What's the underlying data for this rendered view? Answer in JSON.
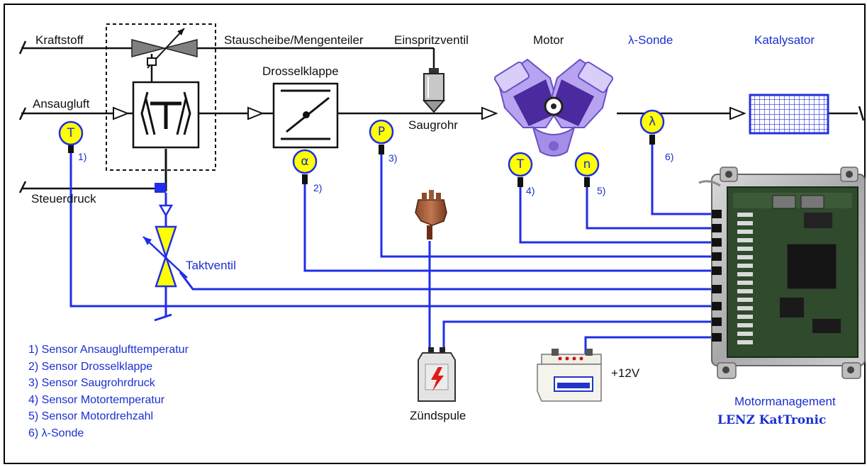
{
  "labels": {
    "kraftstoff": "Kraftstoff",
    "stauscheibe": "Stauscheibe/Mengenteiler",
    "einspritzventil": "Einspritzventil",
    "motor": "Motor",
    "lambda_sonde": "λ-Sonde",
    "katalysator": "Katalysator",
    "ansaugluft": "Ansaugluft",
    "drosselklappe": "Drosselklappe",
    "saugrohr": "Saugrohr",
    "steuerdruck": "Steuerdruck",
    "taktventil": "Taktventil",
    "zuendspule": "Zündspule",
    "battery_voltage": "+12V",
    "motormanagement": "Motormanagement",
    "brand": "LENZ KatTronic"
  },
  "sensors": [
    {
      "symbol": "T",
      "number": "1)"
    },
    {
      "symbol": "α",
      "number": "2)"
    },
    {
      "symbol": "P",
      "number": "3)"
    },
    {
      "symbol": "T",
      "number": "4)"
    },
    {
      "symbol": "n",
      "number": "5)"
    },
    {
      "symbol": "λ",
      "number": "6)"
    }
  ],
  "legend": [
    "1) Sensor Ansauglufttemperatur",
    "2) Sensor Drosselklappe",
    "3) Sensor Saugrohrdruck",
    "4) Sensor Motortemperatur",
    "5) Sensor Motordrehzahl",
    "6) λ-Sonde"
  ],
  "colors": {
    "wire": "#1f2ee8",
    "sensor_fill": "#ffff00",
    "label_blue": "#1a2fd0",
    "engine": "#9b83e6",
    "ecu_board": "#2f4a2c",
    "catalyst": "#2530e0"
  }
}
